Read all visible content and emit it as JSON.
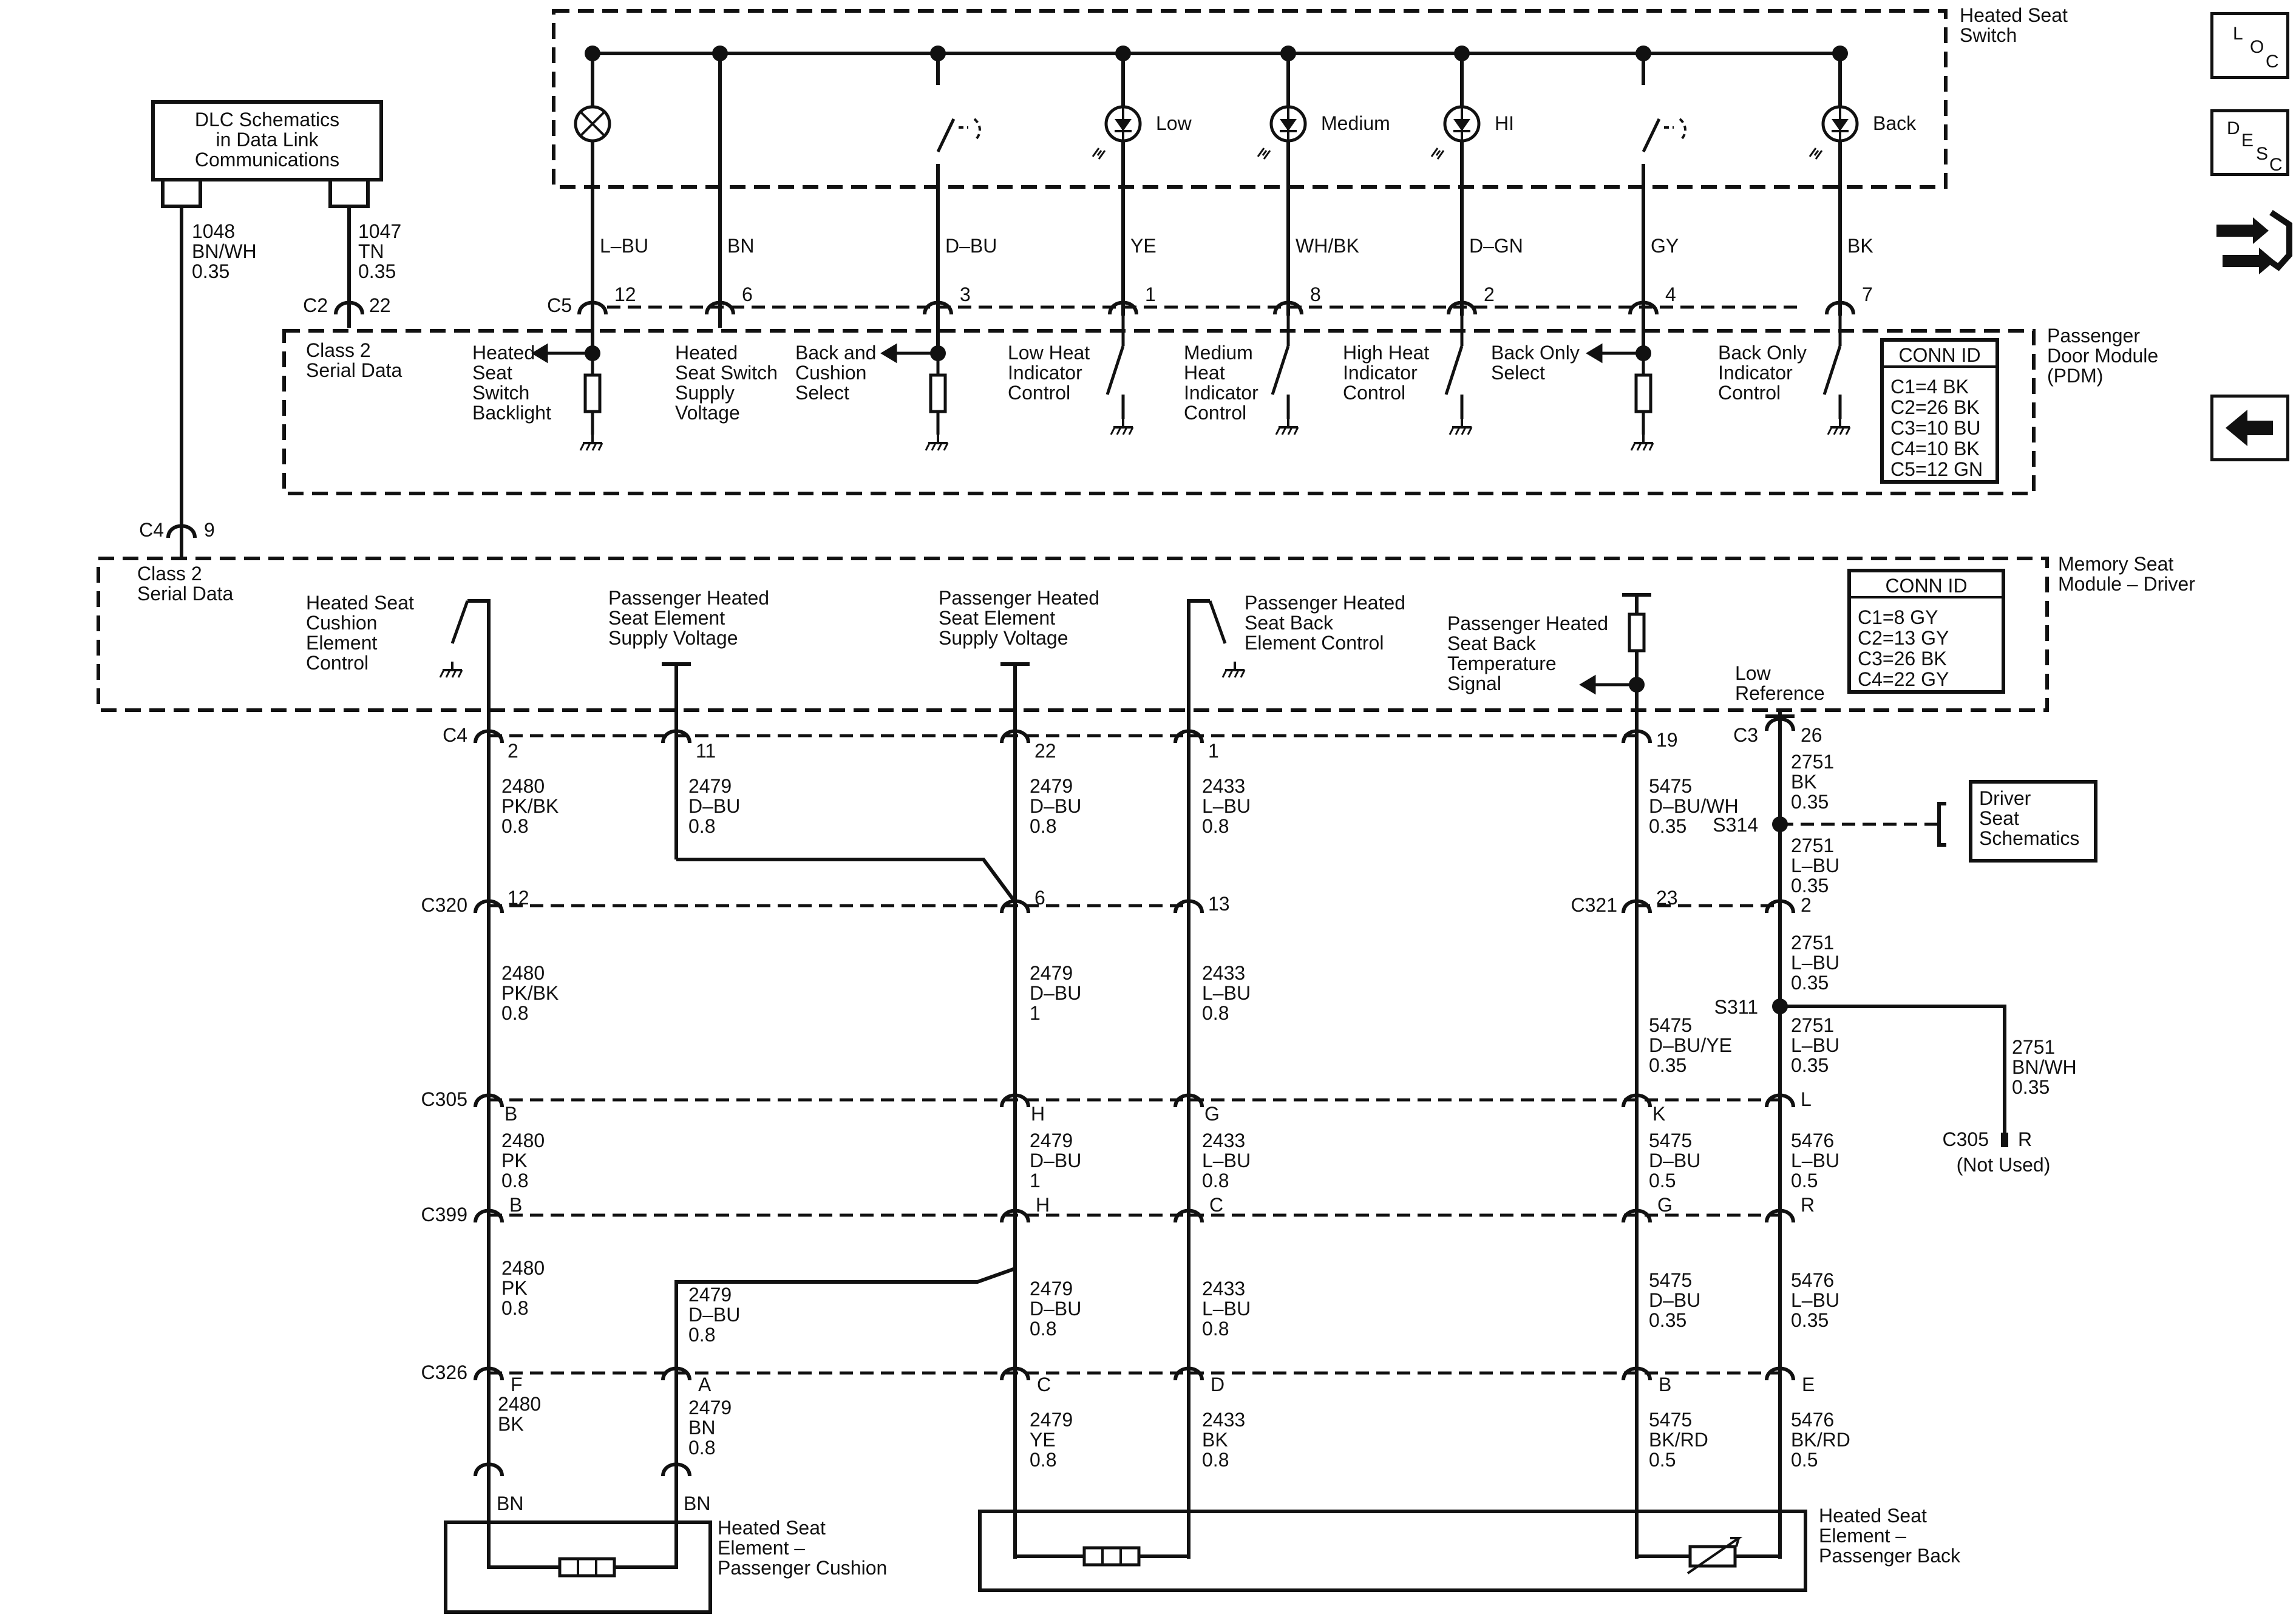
{
  "boxes": {
    "heated_seat_switch": "Heated Seat\nSwitch",
    "dlc": "DLC Schematics\nin Data Link\nCommunications",
    "pdm": "Passenger\nDoor Module\n(PDM)",
    "msm": "Memory Seat\nModule – Driver",
    "driver_seat": "Driver\nSeat\nSchematics",
    "elem_cushion": "Heated Seat\nElement –\nPassenger Cushion",
    "elem_back": "Heated Seat\nElement –\nPassenger Back"
  },
  "switch_labels": [
    "Low",
    "Medium",
    "HI",
    "Back"
  ],
  "pdm_wires": [
    {
      "color": "L–BU",
      "pin": "12"
    },
    {
      "color": "BN",
      "pin": "6"
    },
    {
      "color": "D–BU",
      "pin": "3"
    },
    {
      "color": "YE",
      "pin": "1"
    },
    {
      "color": "WH/BK",
      "pin": "8"
    },
    {
      "color": "D–GN",
      "pin": "2"
    },
    {
      "color": "GY",
      "pin": "4"
    },
    {
      "color": "BK",
      "pin": "7"
    }
  ],
  "pdm_functions": [
    "Heated\nSeat\nSwitch\nBacklight",
    "Heated\nSeat Switch\nSupply\nVoltage",
    "Back and\nCushion\nSelect",
    "Low Heat\nIndicator\nControl",
    "Medium\nHeat\nIndicator\nControl",
    "High Heat\nIndicator\nControl",
    "Back Only\nSelect",
    "Back Only\nIndicator\nControl"
  ],
  "pdm_conn": {
    "title": "CONN ID",
    "items": [
      "C1=4 BK",
      "C2=26 BK",
      "C3=10 BU",
      "C4=10 BK",
      "C5=12 GN"
    ]
  },
  "msm_conn": {
    "title": "CONN ID",
    "items": [
      "C1=8 GY",
      "C2=13 GY",
      "C3=26 BK",
      "C4=22 GY"
    ]
  },
  "class2": {
    "pdm_label": "Class 2\nSerial Data",
    "msm_label": "Class 2\nSerial Data",
    "wire_1048": "1048\nBN/WH\n0.35",
    "wire_1047": "1047\nTN\n0.35",
    "c2": "C2",
    "c2_pin": "22",
    "c4": "C4",
    "c4_pin": "9",
    "c5": "C5"
  },
  "msm_functions": {
    "cushion_ctrl": "Heated Seat\nCushion\nElement\nControl",
    "supply_a": "Passenger Heated\nSeat Element\nSupply Voltage",
    "supply_b": "Passenger Heated\nSeat Element\nSupply Voltage",
    "back_ctrl": "Passenger Heated\nSeat Back\nElement Control",
    "temp_signal": "Passenger Heated\nSeat Back\nTemperature\nSignal",
    "low_ref": "Low\nReference"
  },
  "connectors": {
    "c4": "C4",
    "c3": "C3",
    "c320": "C320",
    "c321": "C321",
    "c305": "C305",
    "c399": "C399",
    "c326": "C326",
    "s314": "S314",
    "s311": "S311",
    "c305_r": "C305",
    "r_pin": "R",
    "not_used": "(Not Used)"
  },
  "pins": {
    "c4_2": "2",
    "c4_11": "11",
    "c4_22": "22",
    "c4_1": "1",
    "c4_19": "19",
    "c3_26": "26",
    "c320_12": "12",
    "c320_6": "6",
    "c320_13": "13",
    "c321_23": "23",
    "c321_2": "2",
    "c305": [
      "B",
      "H",
      "G",
      "K",
      "L"
    ],
    "c399": [
      "B",
      "H",
      "C",
      "G",
      "R"
    ],
    "c326": [
      "F",
      "A",
      "C",
      "D",
      "B",
      "E"
    ]
  },
  "wires": {
    "w1": "2480\nPK/BK\n0.8",
    "w2": "2479\nD–BU\n0.8",
    "w3": "2479\nD–BU\n0.8",
    "w4": "2433\nL–BU\n0.8",
    "w5": "5475\nD–BU/WH\n0.35",
    "w6": "2751\nBK\n0.35",
    "w7": "2751\nL–BU\n0.35",
    "w8": "2480\nPK/BK\n0.8",
    "w9": "2479\nD–BU\n1",
    "w10": "2433\nL–BU\n0.8",
    "w11": "2751\nL–BU\n0.35",
    "w12": "5475\nD–BU/YE\n0.35",
    "w13": "2751\nL–BU\n0.35",
    "w14": "2751\nBN/WH\n0.35",
    "w15": "2480\nPK\n0.8",
    "w16": "2479\nD–BU\n1",
    "w17": "2433\nL–BU\n0.8",
    "w18": "5475\nD–BU\n0.5",
    "w19": "5476\nL–BU\n0.5",
    "w20": "2480\nPK\n0.8",
    "w21": "2479\nD–BU\n0.8",
    "w22": "2479\nD–BU\n0.8",
    "w23": "2433\nL–BU\n0.8",
    "w24": "5475\nD–BU\n0.35",
    "w25": "5476\nL–BU\n0.35",
    "w26": "2480\nBK",
    "w27": "2479\nBN\n0.8",
    "w28": "2479\nYE\n0.8",
    "w29": "2433\nBK\n0.8",
    "w30": "5475\nBK/RD\n0.5",
    "w31": "5476\nBK/RD\n0.5",
    "bn_a": "BN",
    "bn_b": "BN"
  },
  "nav": {
    "loc": [
      "L",
      "O",
      "C"
    ],
    "desc": [
      "D",
      "E",
      "S",
      "C"
    ],
    "back_icon": "left-arrow-icon",
    "wrench_icon": "wrench-arrows-icon"
  }
}
